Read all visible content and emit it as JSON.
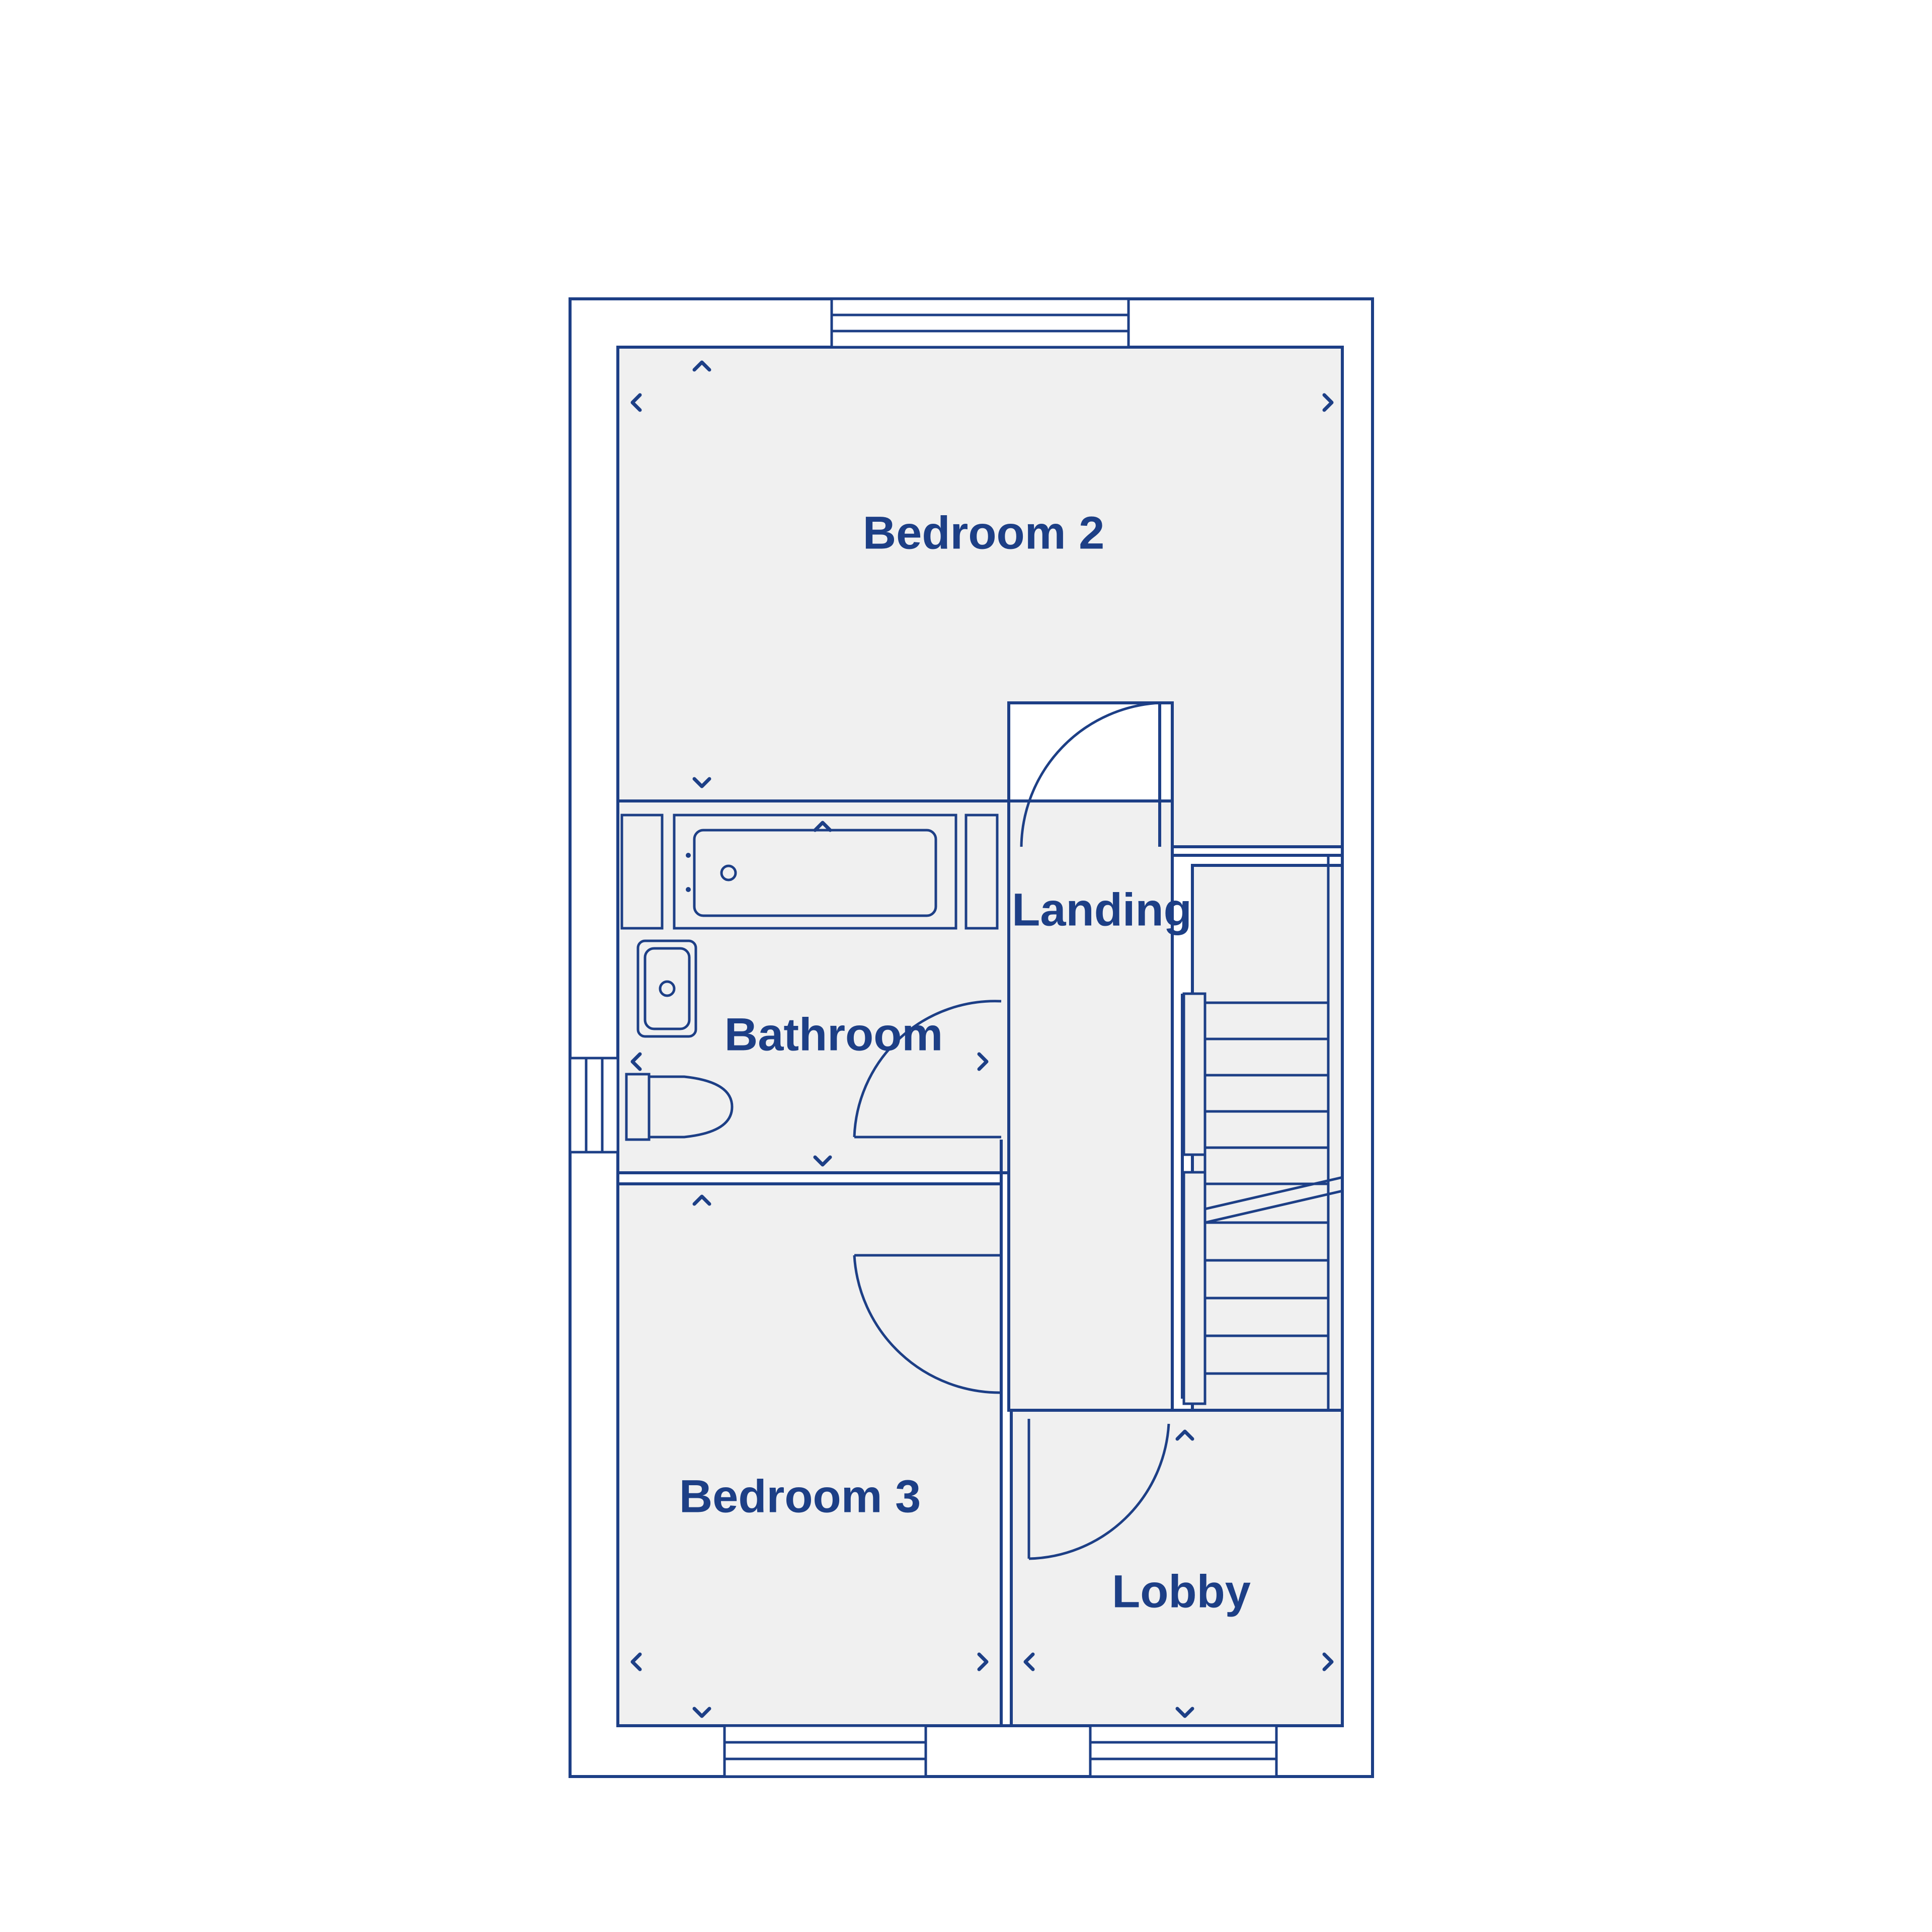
{
  "plan": {
    "rooms": {
      "bedroom2": "Bedroom 2",
      "landing": "Landing",
      "bathroom": "Bathroom",
      "bedroom3": "Bedroom 3",
      "lobby": "Lobby"
    },
    "colors": {
      "line": "#1d3f86",
      "floor": "#f0f0f0",
      "background": "#ffffff"
    }
  }
}
